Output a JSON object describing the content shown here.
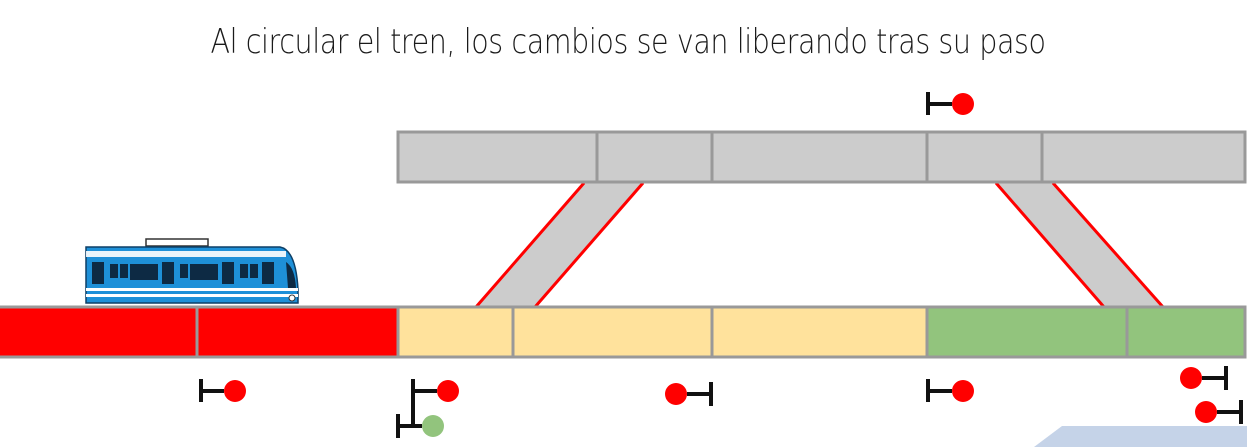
{
  "title": "Al circular el tren, los cambios se van liberando tras su paso",
  "colors": {
    "occupied": "#ff0000",
    "reserved": "#ffe29c",
    "free": "#92c47d",
    "idle": "#cccccc",
    "border": "#999999",
    "signal_red": "#ff0000",
    "signal_green": "#92c47d",
    "train_body": "#1e90d8"
  },
  "track": {
    "upper_sections": [
      "idle",
      "idle",
      "idle",
      "idle",
      "idle"
    ],
    "lower_sections": [
      "occupied",
      "occupied",
      "reserved",
      "reserved",
      "reserved",
      "free",
      "free"
    ],
    "switches": [
      "left-switch",
      "right-switch"
    ]
  },
  "signals": [
    {
      "name": "signal-upper",
      "aspect": "red"
    },
    {
      "name": "signal-lower-1",
      "aspect": "red"
    },
    {
      "name": "signal-lower-2",
      "aspect": "red"
    },
    {
      "name": "signal-lower-2-aux",
      "aspect": "green"
    },
    {
      "name": "signal-lower-3",
      "aspect": "red"
    },
    {
      "name": "signal-lower-4",
      "aspect": "red"
    },
    {
      "name": "signal-lower-5-top",
      "aspect": "red"
    },
    {
      "name": "signal-lower-5-bottom",
      "aspect": "red"
    }
  ],
  "train": {
    "icon": "train-icon",
    "position": "left"
  }
}
